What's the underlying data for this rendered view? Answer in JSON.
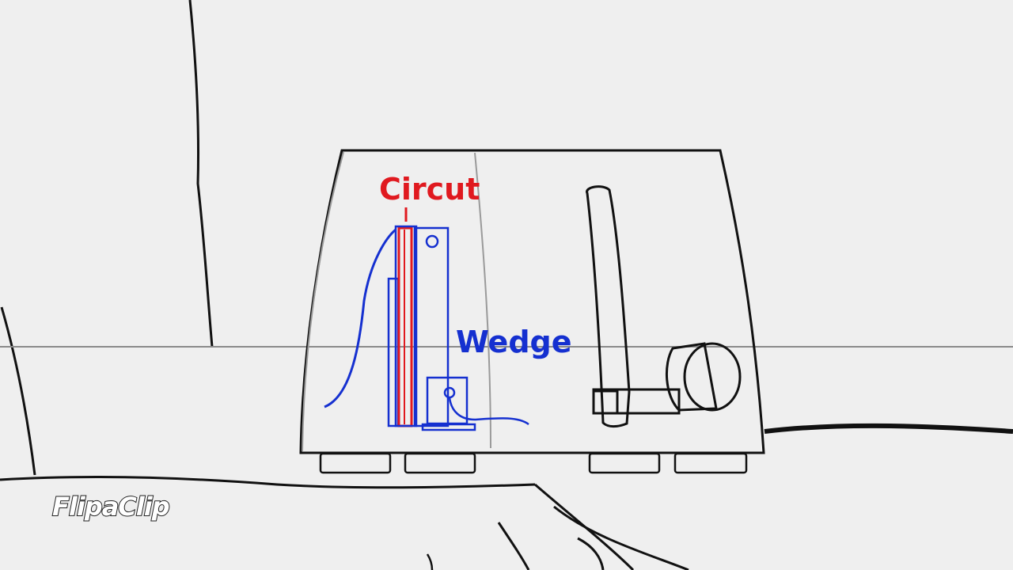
{
  "labels": {
    "circuit": "Circut",
    "wedge": "Wedge"
  },
  "watermark": {
    "text": "FlipaClip"
  },
  "colors": {
    "background": "#efefef",
    "outline": "#111111",
    "circuit_red": "#e0191f",
    "wedge_blue": "#1530d0",
    "guide_gray": "#8a8a8a"
  }
}
